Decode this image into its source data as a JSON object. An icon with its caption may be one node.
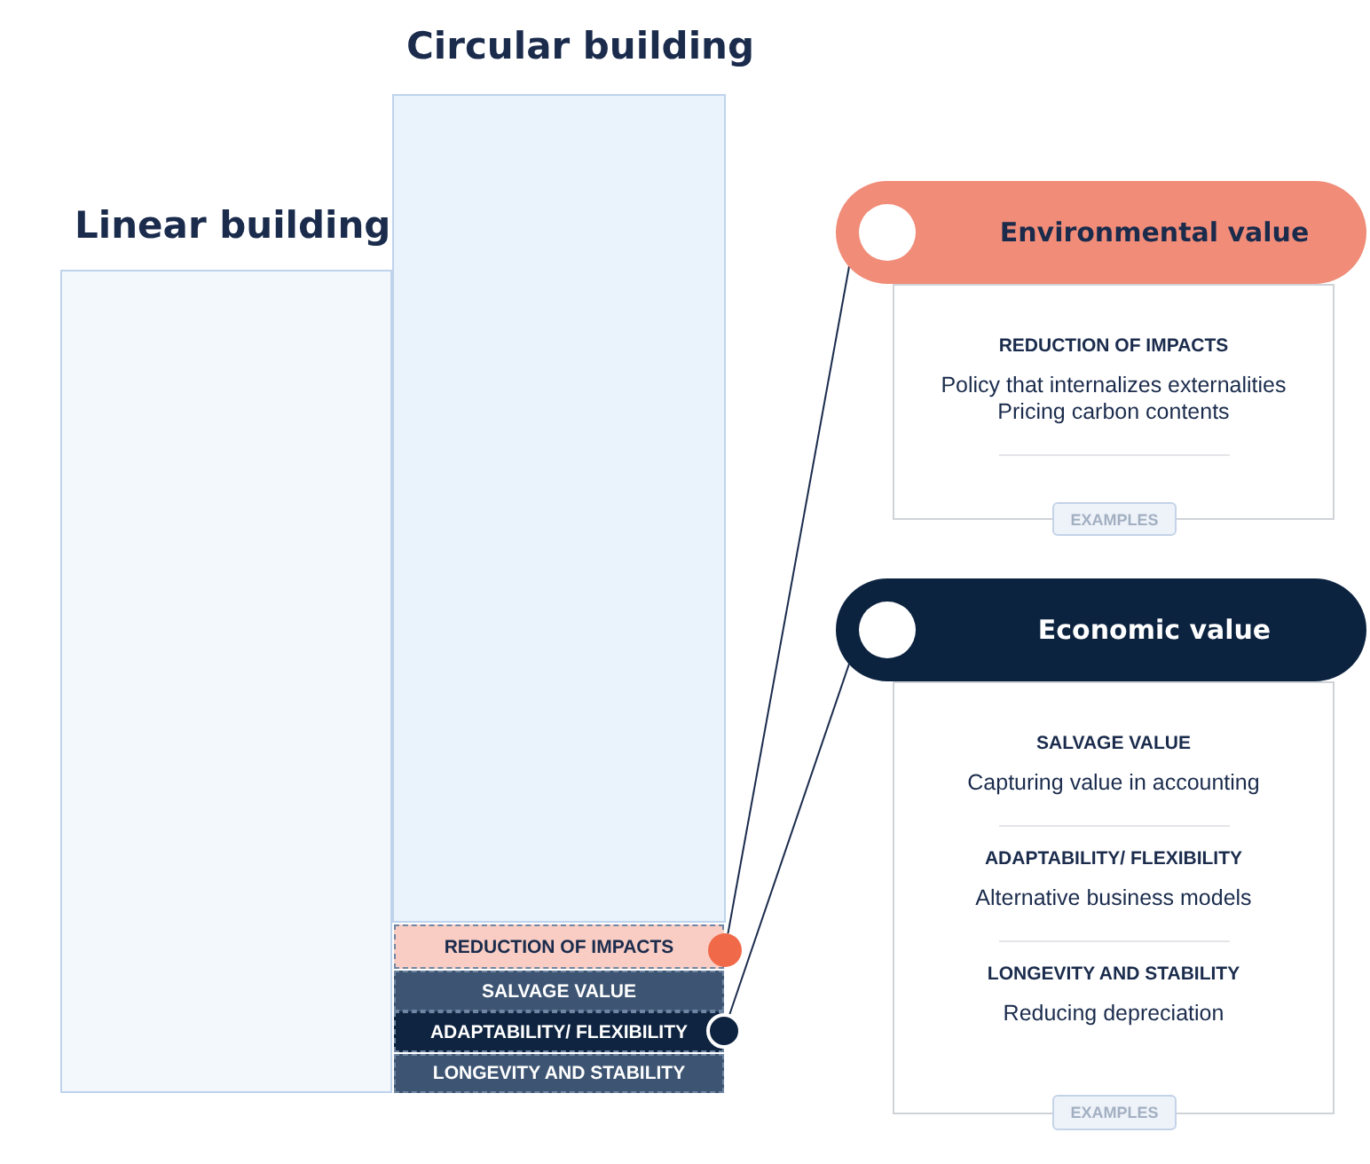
{
  "diagram": {
    "nodes": [
      {
        "text": [
          "Linear building"
        ]
      },
      {
        "text": [
          "Circular building"
        ]
      },
      {
        "text": [
          "REDUCTION OF IMPACTS"
        ]
      },
      {
        "text": [
          "SALVAGE VALUE"
        ]
      },
      {
        "text": [
          "ADAPTABILITY/ FLEXIBILITY"
        ]
      },
      {
        "text": [
          "LONGEVITY AND STABILITY"
        ]
      },
      {
        "text": [],
        "shape": "circle"
      },
      {
        "text": [],
        "shape": "circle"
      },
      {
        "text": [
          "Environmental value"
        ]
      },
      {
        "text": [],
        "shape": "circle",
        "in": 8
      },
      {
        "text": [
          "REDUCTION OF IMPACTS",
          "Policy that internalizes externalities",
          "Pricing carbon contents"
        ]
      },
      {
        "text": [
          "EXAMPLES"
        ]
      },
      {
        "text": [
          "Economic value"
        ]
      },
      {
        "text": [],
        "shape": "circle",
        "in": 12
      },
      {
        "text": [
          "SALVAGE VALUE",
          "Capturing value in accounting",
          "ADAPTABILITY/ FLEXIBILITY",
          "Alternative business models",
          "LONGEVITY AND STABILITY",
          "Reducing depreciation"
        ]
      },
      {
        "text": [
          "EXAMPLES"
        ]
      }
    ],
    "edges": [
      {
        "from": 6,
        "to": 8,
        "arrow": "none"
      },
      {
        "from": 7,
        "to": 12,
        "arrow": "none"
      }
    ]
  }
}
